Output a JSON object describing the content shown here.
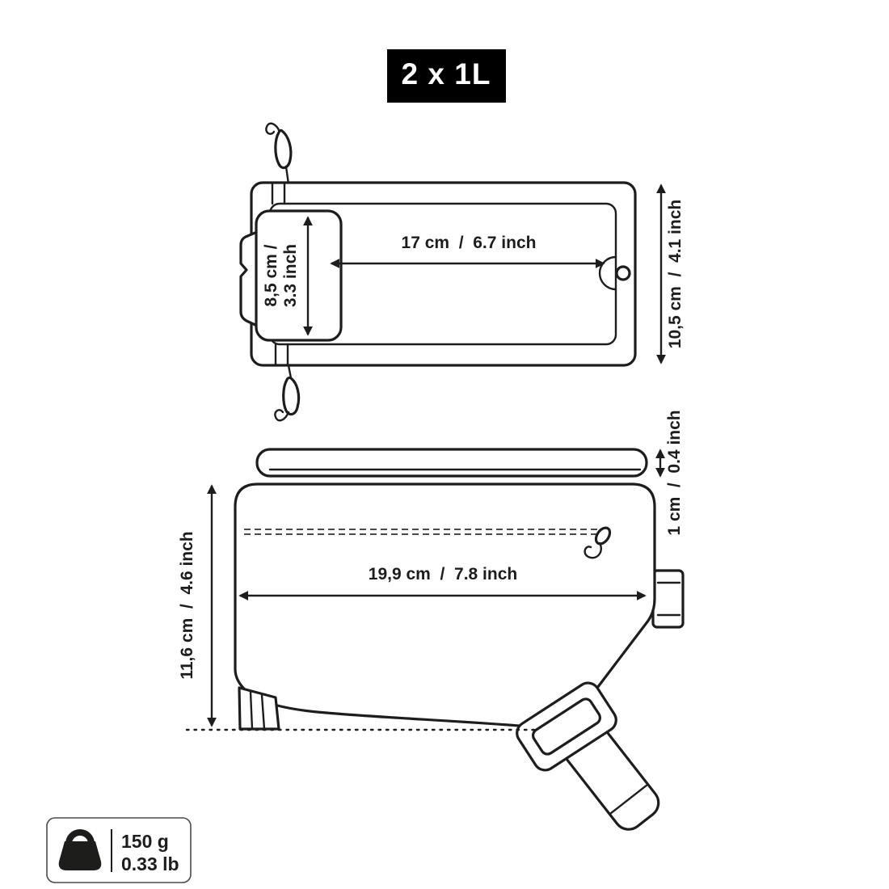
{
  "badge": {
    "label": "2 x 1L"
  },
  "top_view": {
    "width_label": "17 cm  /  6.7 inch",
    "window_label_line1": "8,5 cm /",
    "window_label_line2": "3.3 inch",
    "height_label": "10,5 cm  /  4.1 inch"
  },
  "side_view": {
    "flap_label": "1 cm  /  0.4 inch",
    "length_label": "19,9 cm  /  7.8 inch",
    "height_label": "11,6 cm  /  4.6 inch"
  },
  "weight": {
    "metric": "150 g",
    "imperial": "0.33 lb",
    "icon": "kettlebell-weight-icon"
  },
  "colors": {
    "line": "#1d1d1b",
    "badge_bg": "#000000",
    "badge_text": "#ffffff",
    "background": "#ffffff"
  }
}
